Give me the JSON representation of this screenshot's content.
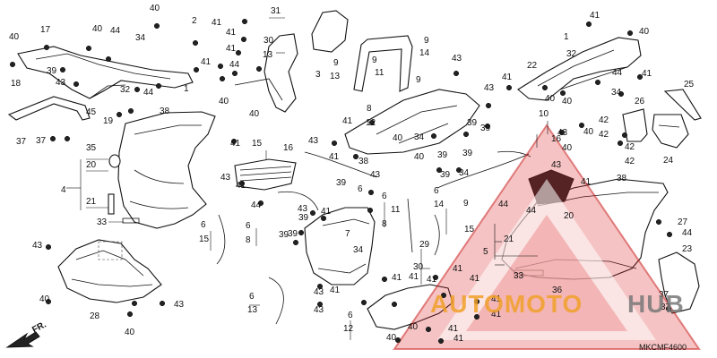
{
  "diagram": {
    "code": "MKCMF4600",
    "direction_label": "FR.",
    "watermark": {
      "text_a": "AUTOMOTO",
      "text_b": "HUB"
    }
  }
}
